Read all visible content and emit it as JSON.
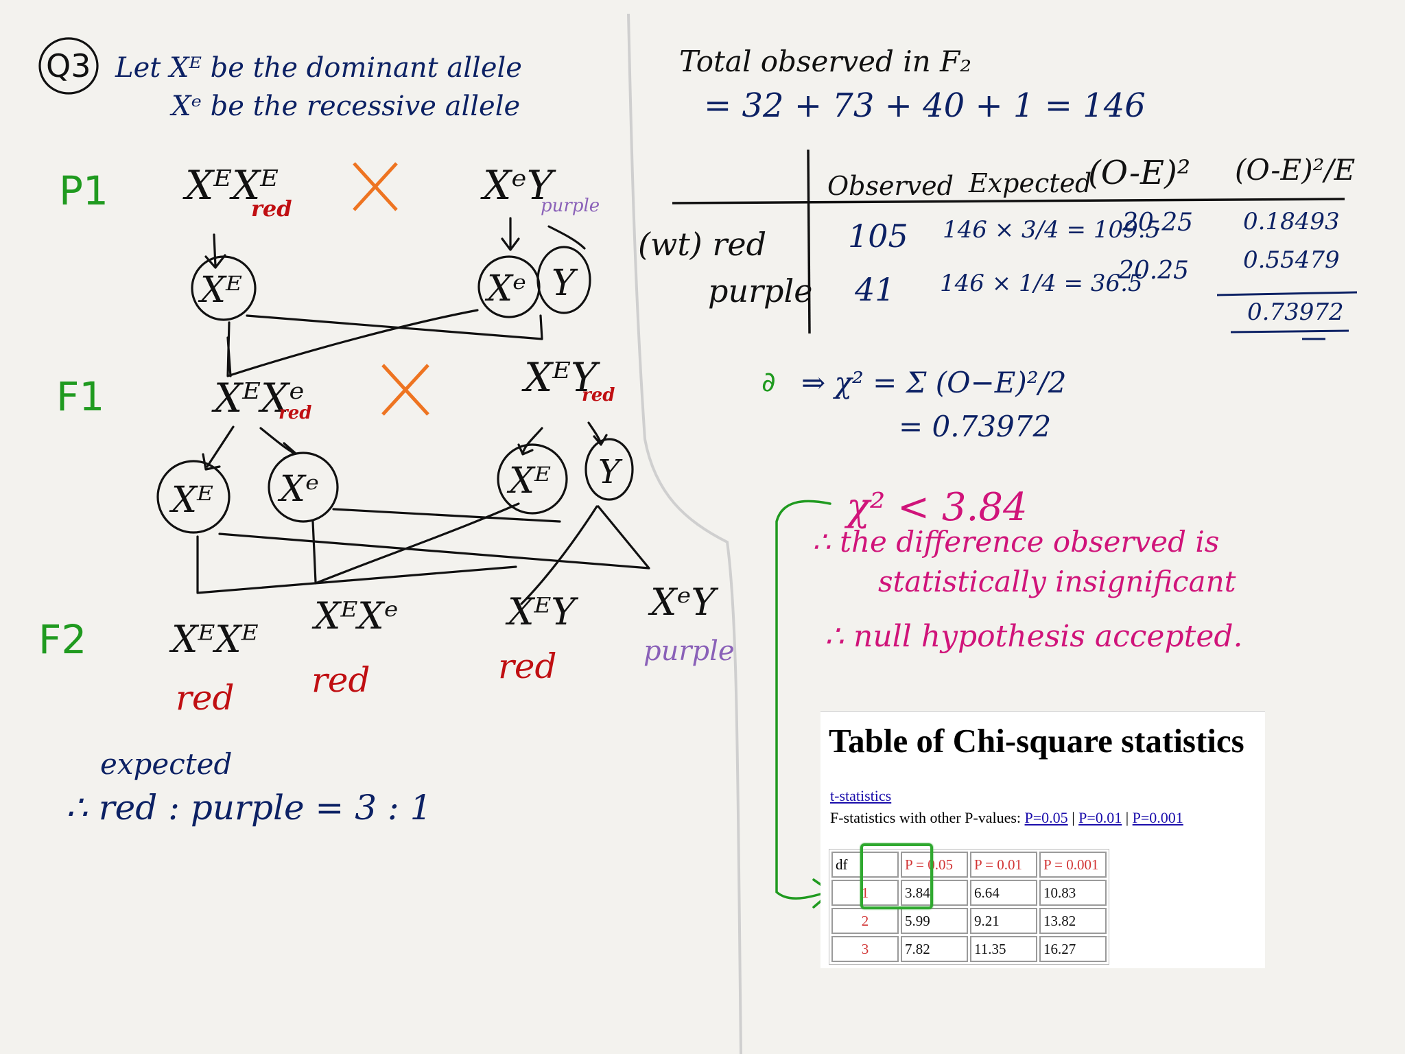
{
  "colors": {
    "navy": "#0c2164",
    "green": "#1f9a1f",
    "red": "#c00f12",
    "purple": "#8a61b8",
    "magenta": "#d0147a",
    "orange": "#ee7421",
    "link": "#1a0dab"
  },
  "left": {
    "q_label": "Q3",
    "let_line1": "Let Xᴱ be the dominant allele",
    "let_line2": "Xᵉ be the recessive allele",
    "gen_p1": "P1",
    "gen_f1": "F1",
    "gen_f2": "F2",
    "cross_mark": "X",
    "p1_female": "XᴱXᴱ",
    "p1_female_color": "red",
    "p1_male": "XᵉY",
    "p1_male_color": "purple",
    "gamete_xE": "Xᴱ",
    "gamete_xe": "Xᵉ",
    "gamete_y": "Y",
    "f1_female": "XᴱXᵉ",
    "f1_female_color": "red",
    "f1_male": "XᴱY",
    "f1_male_color": "red",
    "f2_1": "XᴱXᴱ",
    "f2_1_color": "red",
    "f2_2": "XᴱXᵉ",
    "f2_2_color": "red",
    "f2_3": "XᴱY",
    "f2_3_color": "red",
    "f2_4": "XᵉY",
    "f2_4_color": "purple",
    "expected_label": "expected",
    "ratio": "∴ red : purple = 3 : 1"
  },
  "right": {
    "total_line1": "Total observed in F₂",
    "total_line2": "= 32 + 73 + 40 + 1 = 146",
    "headers": [
      "Observed",
      "Expected",
      "(O-E)²",
      "(O-E)²/E"
    ],
    "rows": [
      {
        "label": "(wt) red",
        "observed": "105",
        "expected": "146 × 3/4 = 109.5",
        "diff_sq": "20.25",
        "ratio": "0.18493"
      },
      {
        "label": "purple",
        "observed": "41",
        "expected": "146 × 1/4 = 36.5",
        "diff_sq": "20.25",
        "ratio": "0.55479"
      }
    ],
    "sum": "0.73972",
    "chi_line1": "⇒ χ² = Σ (O−E)²/2",
    "chi_line2": "= 0.73972",
    "compare": "χ² < 3.84",
    "concl1": "∴ the difference observed is",
    "concl2": "statistically insignificant",
    "concl3": "∴ null hypothesis accepted."
  },
  "chi_table": {
    "title": "Table of Chi-square statistics",
    "t_link": "t-statistics",
    "f_prefix": "F-statistics with other P-values:",
    "f_links": [
      "P=0.05",
      "P=0.01",
      "P=0.001"
    ],
    "sep": "|",
    "col_df": "df",
    "cols": [
      "P = 0.05",
      "P = 0.01",
      "P = 0.001"
    ],
    "rows": [
      {
        "df": "1",
        "v": [
          "3.84",
          "6.64",
          "10.83"
        ]
      },
      {
        "df": "2",
        "v": [
          "5.99",
          "9.21",
          "13.82"
        ]
      },
      {
        "df": "3",
        "v": [
          "7.82",
          "11.35",
          "16.27"
        ]
      }
    ]
  }
}
